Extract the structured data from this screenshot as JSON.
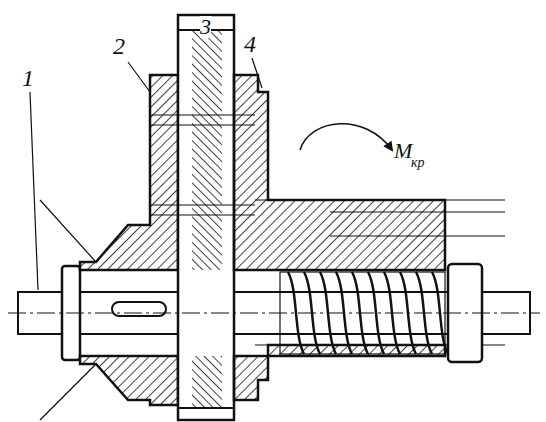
{
  "diagram": {
    "labels": [
      "1",
      "2",
      "3",
      "4",
      "M",
      "кр"
    ]
  }
}
